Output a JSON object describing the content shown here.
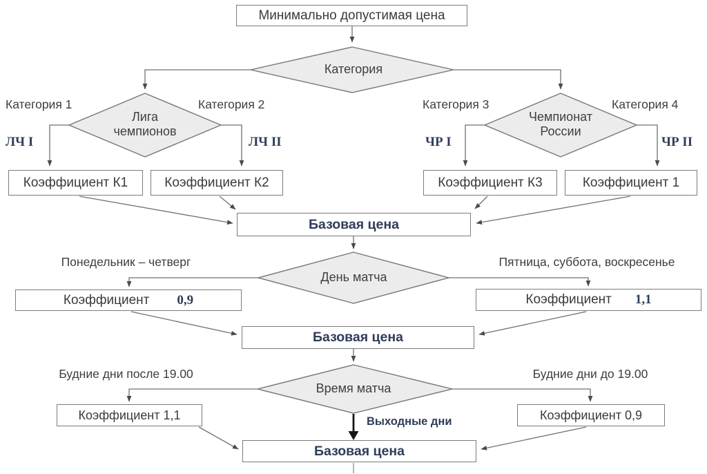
{
  "diagram": {
    "nodes": {
      "min_price": "Минимально допустимая цена",
      "base_price_1": "Базовая цена",
      "base_price_2": "Базовая цена",
      "base_price_3": "Базовая цена"
    },
    "decisions": {
      "category": "Категория",
      "champions_league": "Лига чемпионов",
      "russia_championship": "Чемпионат России",
      "match_day": "День матча",
      "match_time": "Время матча"
    },
    "coefficients": {
      "k1": "Коэффициент К1",
      "k2": "Коэффициент К2",
      "k3": "Коэффициент К3",
      "one": "Коэффициент 1",
      "day_low_label": "Коэффициент",
      "day_low_value": "0,9",
      "day_high_label": "Коэффициент",
      "day_high_value": "1,1",
      "time_high": "Коэффициент 1,1",
      "time_low": "Коэффициент 0,9"
    },
    "branch_labels": {
      "category_1": "Категория 1",
      "category_2": "Категория 2",
      "category_3": "Категория 3",
      "category_4": "Категория 4",
      "lc_1": "ЛЧ I",
      "lc_2": "ЛЧ II",
      "cr_1": "ЧР I",
      "cr_2": "ЧР II",
      "mon_thu": "Понедельник – четверг",
      "fri_sun": "Пятница, суббота, воскресенье",
      "weekdays_after": "Будние дни после 19.00",
      "weekdays_before": "Будние дни до 19.00",
      "weekends": "Выходные дни"
    },
    "colors": {
      "line": "#6f6f6f",
      "diamond_fill": "#ececec",
      "box_border": "#7b7b7b",
      "text": "#3d3d3d",
      "accent_navy": "#2e3d59"
    }
  }
}
